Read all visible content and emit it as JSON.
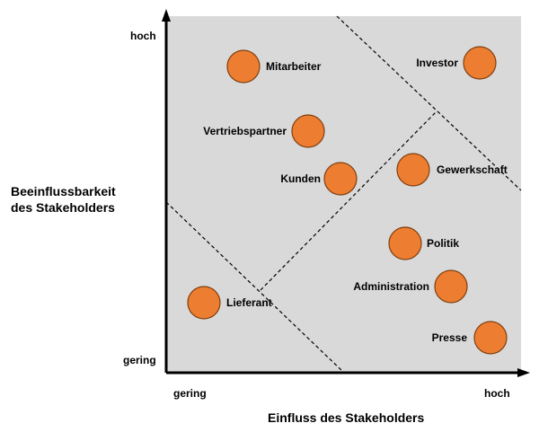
{
  "diagram": {
    "y_axis_title_line1": "Beeinflussbarkeit",
    "y_axis_title_line2": "des Stakeholders",
    "x_axis_title": "Einfluss des Stakeholders",
    "y_tick_high": "hoch",
    "y_tick_low": "gering",
    "x_tick_low": "gering",
    "x_tick_high": "hoch",
    "colors": {
      "plot_background": "#d9d9d9",
      "bubble_fill": "#ed7d31",
      "bubble_stroke": "#7f3f10",
      "axis": "#000000",
      "divider": "#000000"
    },
    "stakeholders": [
      {
        "label": "Mitarbeiter"
      },
      {
        "label": "Investor"
      },
      {
        "label": "Vertriebspartner"
      },
      {
        "label": "Kunden"
      },
      {
        "label": "Gewerkschaft"
      },
      {
        "label": "Politik"
      },
      {
        "label": "Administration"
      },
      {
        "label": "Lieferant"
      },
      {
        "label": "Presse"
      }
    ]
  }
}
